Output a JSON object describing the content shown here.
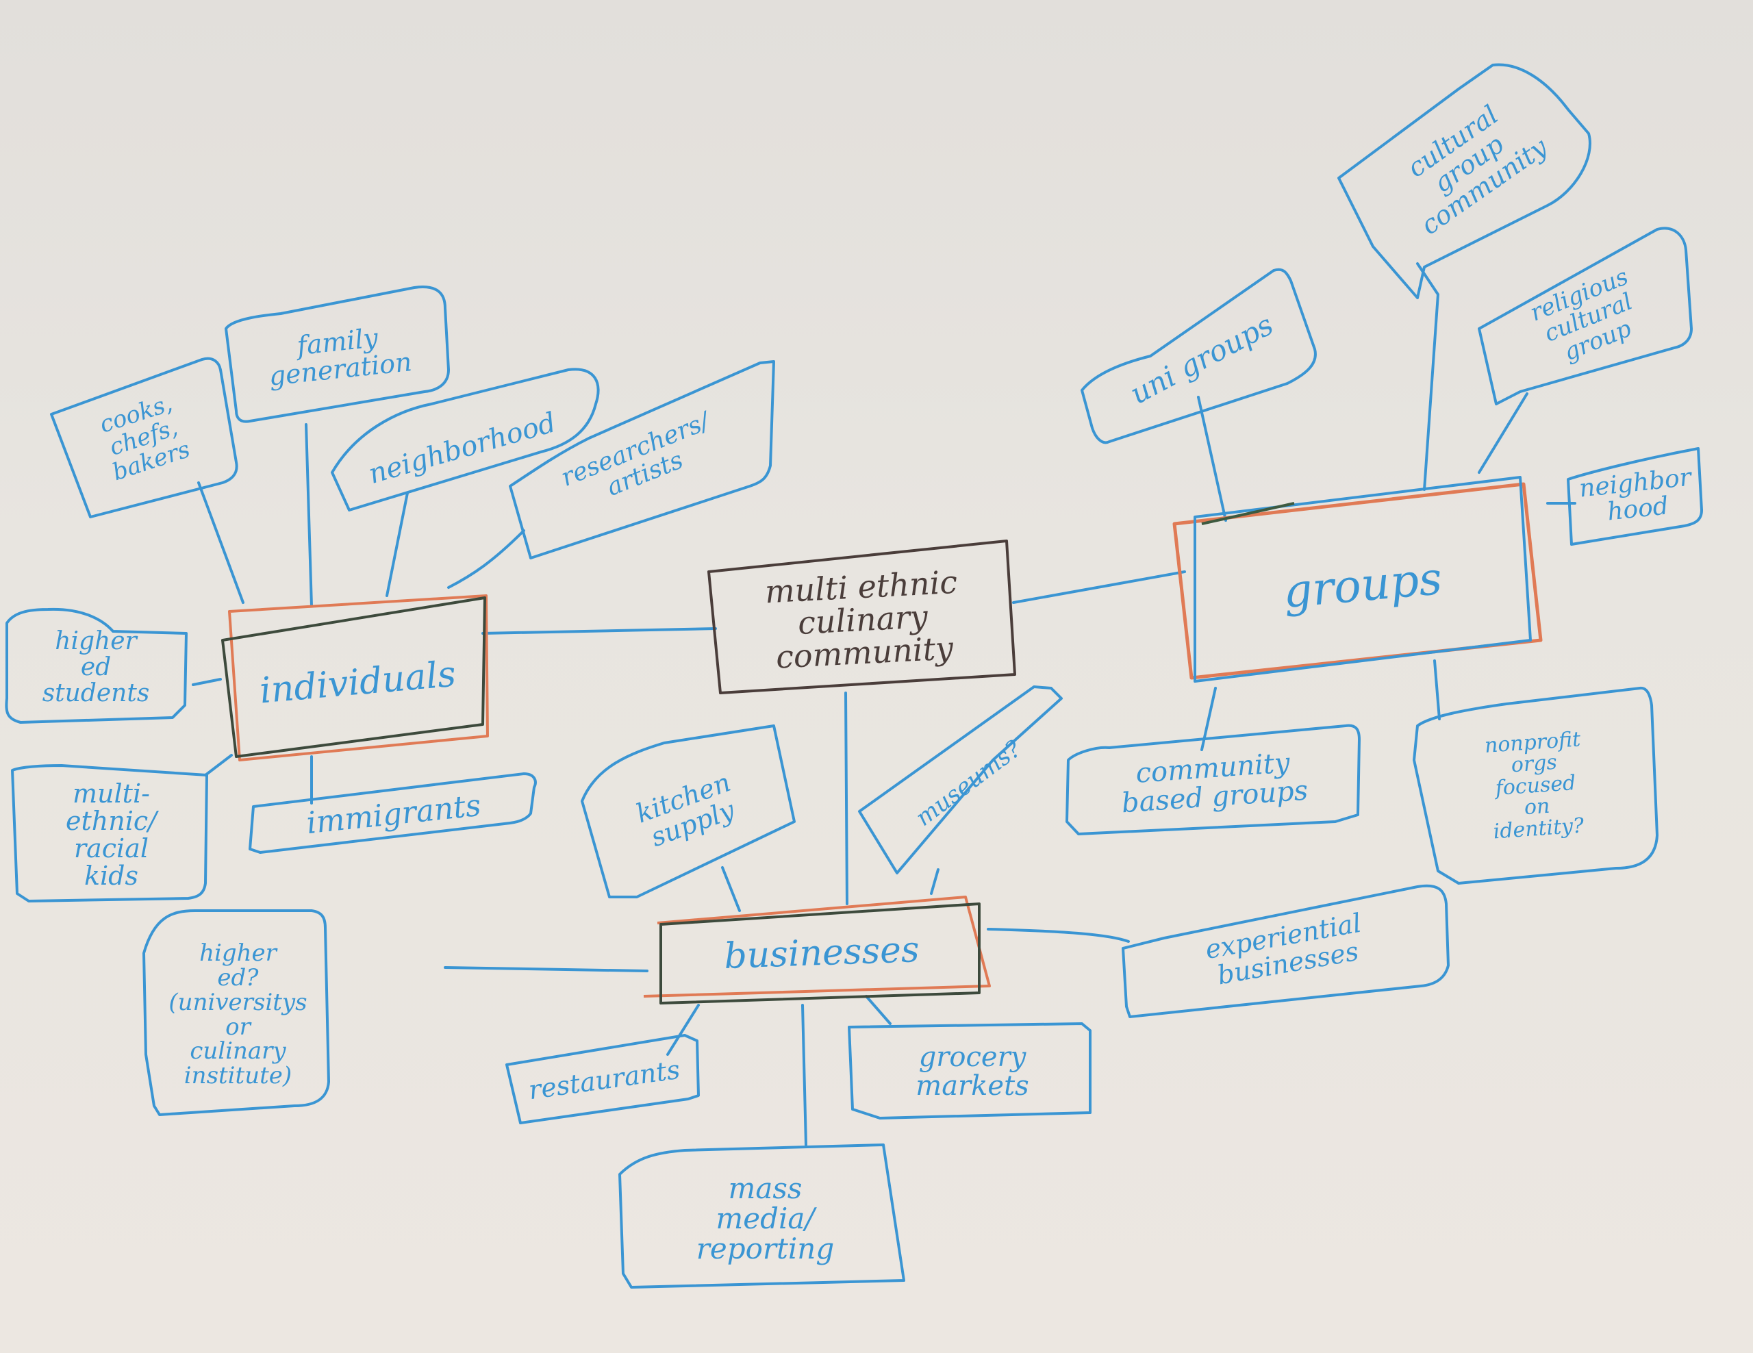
{
  "diagram": {
    "type": "mind-map",
    "medium": "hand-drawn pen sketch on paper",
    "colors": {
      "paper": "#e6e2dd",
      "blue_ink": "#3a95d3",
      "dark_ink": "#4a3d3a",
      "orange_highlight": "#e07a55",
      "green_ink": "#3d5a40"
    },
    "center": {
      "id": "center",
      "label": "multi ethnic\nculinary\ncommunity"
    },
    "categories": [
      {
        "id": "individuals",
        "label": "individuals",
        "children": [
          {
            "id": "cooks",
            "label": "cooks,\nchefs,\nbakers"
          },
          {
            "id": "family",
            "label": "family\ngeneration"
          },
          {
            "id": "neighborhood-ind",
            "label": "neighborhood"
          },
          {
            "id": "researchers",
            "label": "researchers/\nartists"
          },
          {
            "id": "higher-ed-students",
            "label": "higher\ned\nstudents"
          },
          {
            "id": "multiethnic-kids",
            "label": "multi-\nethnic/\nracial\nkids"
          },
          {
            "id": "immigrants",
            "label": "immigrants"
          }
        ]
      },
      {
        "id": "groups",
        "label": "groups",
        "children": [
          {
            "id": "uni-groups",
            "label": "uni groups"
          },
          {
            "id": "cultural-group",
            "label": "cultural\ngroup\ncommunity"
          },
          {
            "id": "religious-group",
            "label": "religious\ncultural\ngroup"
          },
          {
            "id": "neighborhood-grp",
            "label": "neighbor\nhood"
          },
          {
            "id": "community-based",
            "label": "community\nbased groups"
          },
          {
            "id": "nonprofit",
            "label": "nonprofit\norgs\nfocused\non\nidentity?"
          }
        ]
      },
      {
        "id": "businesses",
        "label": "businesses",
        "children": [
          {
            "id": "kitchen-supply",
            "label": "kitchen\nsupply"
          },
          {
            "id": "museums",
            "label": "museums?"
          },
          {
            "id": "experiential",
            "label": "experiential\nbusinesses"
          },
          {
            "id": "higher-ed-inst",
            "label": "higher\ned?\n(universitys\nor\nculinary\ninstitute)"
          },
          {
            "id": "restaurants",
            "label": "restaurants"
          },
          {
            "id": "grocery",
            "label": "grocery\nmarkets"
          },
          {
            "id": "mass-media",
            "label": "mass\nmedia/\nreporting"
          }
        ]
      }
    ]
  }
}
